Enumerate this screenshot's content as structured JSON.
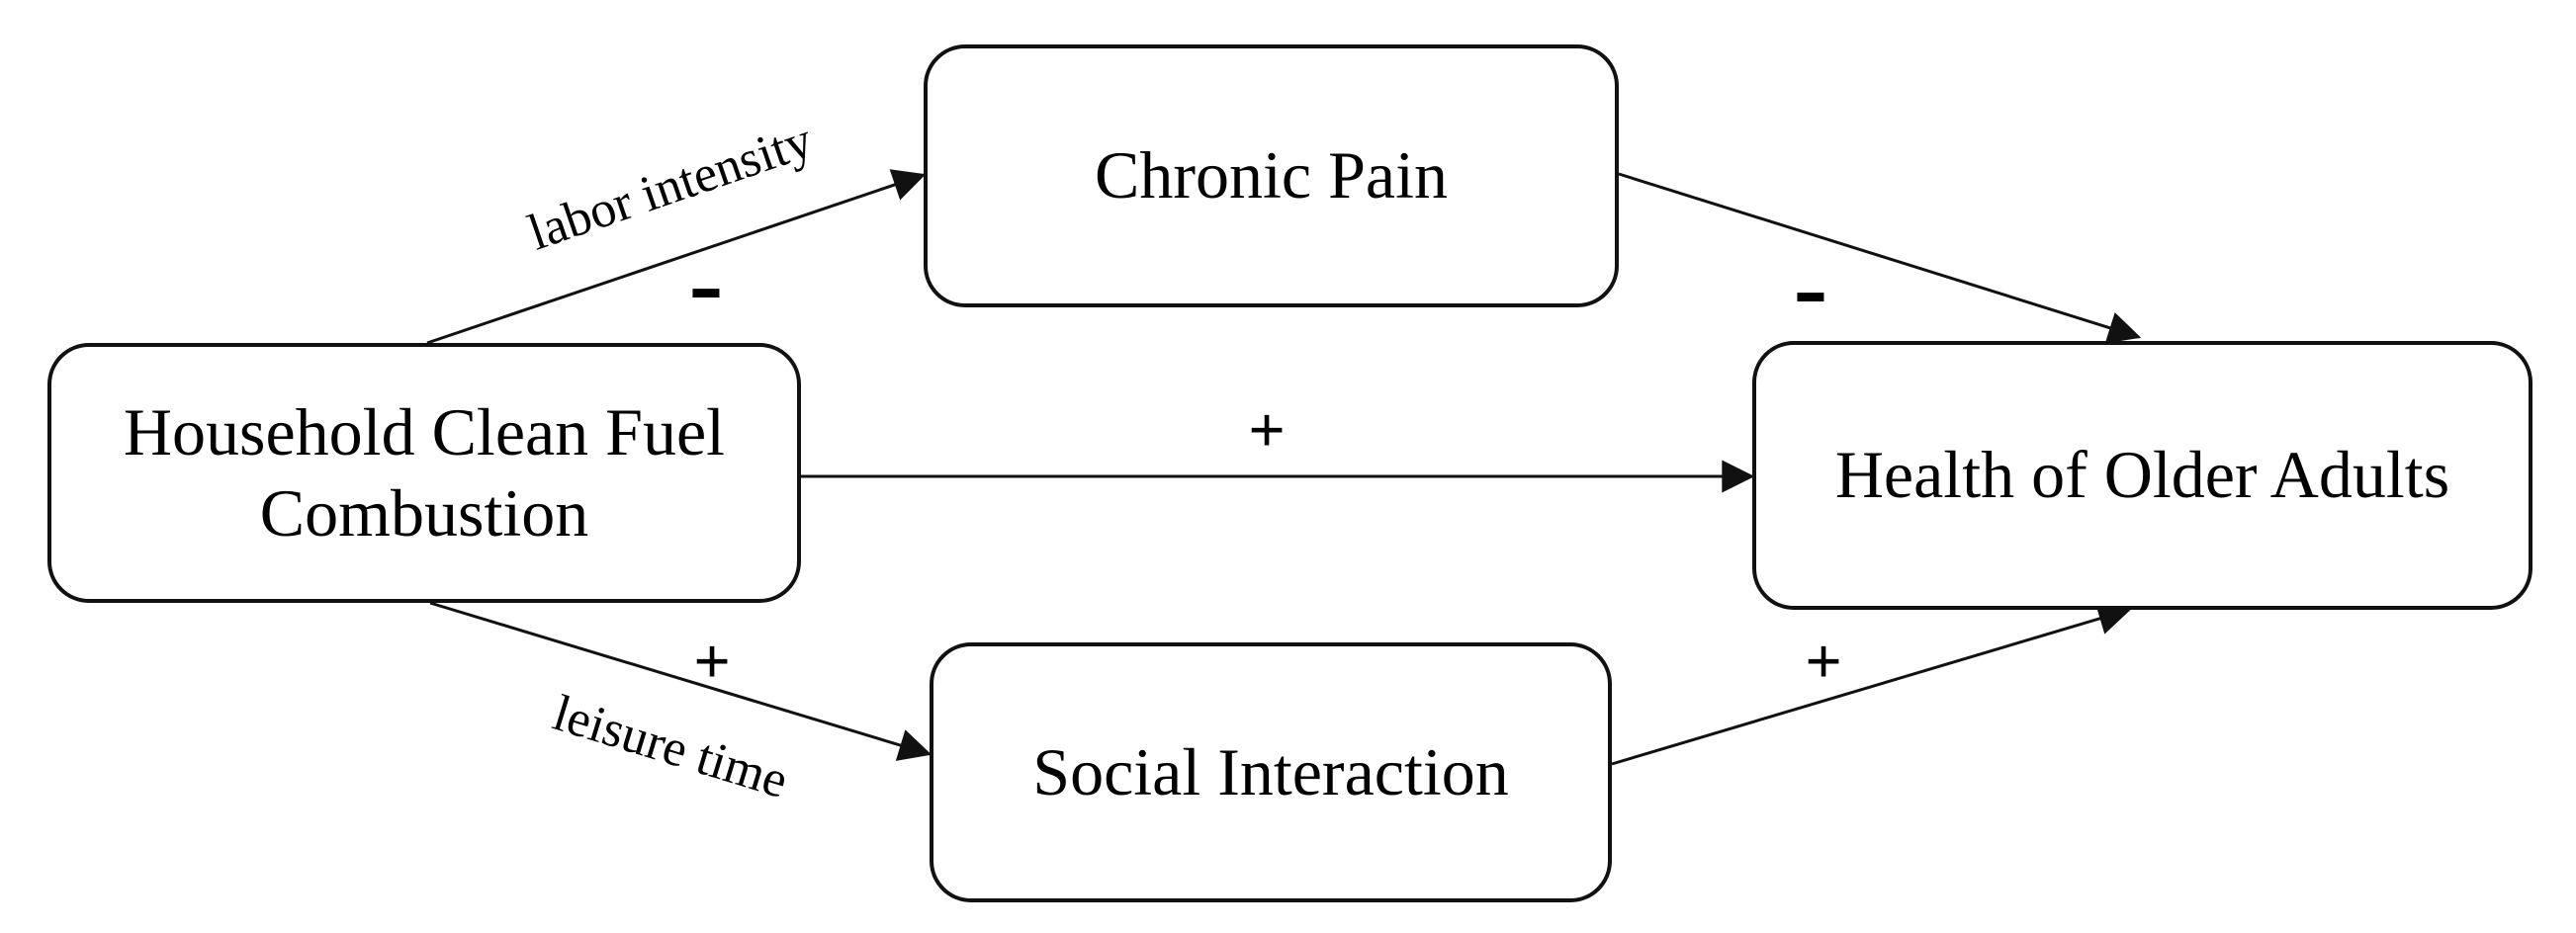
{
  "diagram": {
    "type": "mediation-path-diagram",
    "background_color": "#ffffff",
    "stroke_color": "#111111",
    "text_color": "#000000",
    "nodes": {
      "exposure": {
        "label": "Household Clean Fuel Combustion"
      },
      "mediator_top": {
        "label": "Chronic Pain"
      },
      "mediator_bottom": {
        "label": "Social Interaction"
      },
      "outcome": {
        "label": "Health of Older Adults"
      }
    },
    "edges": {
      "exposure_to_mediator_top": {
        "label": "labor intensity",
        "sign": "-"
      },
      "mediator_top_to_outcome": {
        "sign": "-"
      },
      "exposure_to_outcome": {
        "sign": "+"
      },
      "exposure_to_mediator_bottom": {
        "label": "leisure time",
        "sign": "+"
      },
      "mediator_bottom_to_outcome": {
        "sign": "+"
      }
    }
  }
}
